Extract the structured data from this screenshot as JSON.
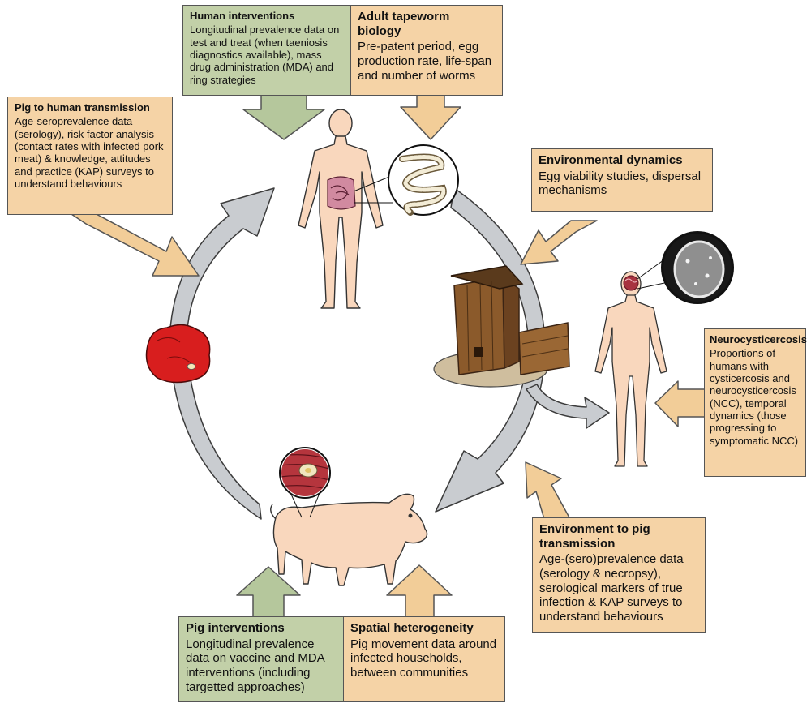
{
  "boxes": {
    "human_interventions": {
      "title": "Human interventions",
      "body": "Longitudinal prevalence data on test and treat (when taeniosis diagnostics available), mass drug administration (MDA) and ring strategies"
    },
    "adult_tapeworm": {
      "title": "Adult tapeworm biology",
      "body": "Pre-patent period, egg production rate, life-span and number of worms"
    },
    "pig_to_human": {
      "title": "Pig to human transmission",
      "body": "Age-seroprevalence data (serology), risk factor analysis (contact rates with infected pork meat) & knowledge, attitudes and practice (KAP) surveys to understand behaviours"
    },
    "environmental_dynamics": {
      "title": "Environmental dynamics",
      "body": "Egg viability studies, dispersal mechanisms"
    },
    "neurocysticercosis": {
      "title": "Neurocysticercosis",
      "body": "Proportions of humans with cysticercosis and neurocysticercosis (NCC), temporal dynamics (those progressing to symptomatic NCC)"
    },
    "environment_to_pig": {
      "title": "Environment to pig transmission",
      "body": "Age-(sero)prevalence data (serology & necropsy), serological markers of true infection & KAP surveys to understand behaviours"
    },
    "pig_interventions": {
      "title": "Pig interventions",
      "body": "Longitudinal prevalence data on vaccine and MDA interventions (including targetted approaches)"
    },
    "spatial_heterogeneity": {
      "title": "Spatial heterogeneity",
      "body": "Pig movement data around infected households, between communities"
    }
  },
  "colors": {
    "tan_box": "#f5d3a6",
    "green_box": "#c2d0a8",
    "tan_arrow": "#f2cd98",
    "green_arrow": "#b5c79c",
    "cycle_arrow": "#c9ccd0",
    "skin": "#f9d7bd",
    "pork": "#d81e1e",
    "muscle": "#b5353d"
  },
  "icons": [
    "human-figure-icon",
    "tapeworm-icon",
    "latrine-icon",
    "brain-scan-icon",
    "pork-meat-icon",
    "pig-icon",
    "infected-muscle-icon"
  ]
}
